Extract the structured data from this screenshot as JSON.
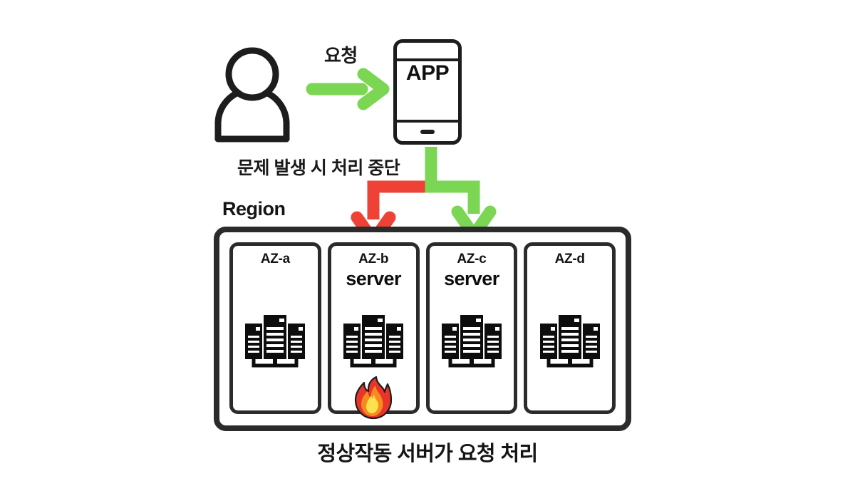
{
  "diagram": {
    "title_bottom": "정상작동 서버가 요청 처리",
    "request_label": "요청",
    "failure_label": "문제 발생 시 처리 중단",
    "region_label": "Region",
    "app_label": "APP",
    "colors": {
      "green": "#7BD653",
      "red": "#EE4236",
      "outline": "#2b2b2b",
      "text": "#151515",
      "background": "#ffffff",
      "fire_outer": "#E8342A",
      "fire_mid": "#F68B1F",
      "fire_inner": "#FFE14D"
    },
    "icons": {
      "user": "user-icon",
      "phone": "phone-icon",
      "server": "server-rack-icon",
      "fire": "fire-icon",
      "arrow_request": "green-right-arrow-icon",
      "arrow_failed": "red-down-arrow-icon",
      "arrow_ok": "green-down-arrow-icon"
    },
    "zones": [
      {
        "name": "AZ-a",
        "server_label": "",
        "status": "idle",
        "has_fire": false
      },
      {
        "name": "AZ-b",
        "server_label": "server",
        "status": "failed",
        "has_fire": true
      },
      {
        "name": "AZ-c",
        "server_label": "server",
        "status": "healthy",
        "has_fire": false
      },
      {
        "name": "AZ-d",
        "server_label": "",
        "status": "idle",
        "has_fire": false
      }
    ]
  }
}
